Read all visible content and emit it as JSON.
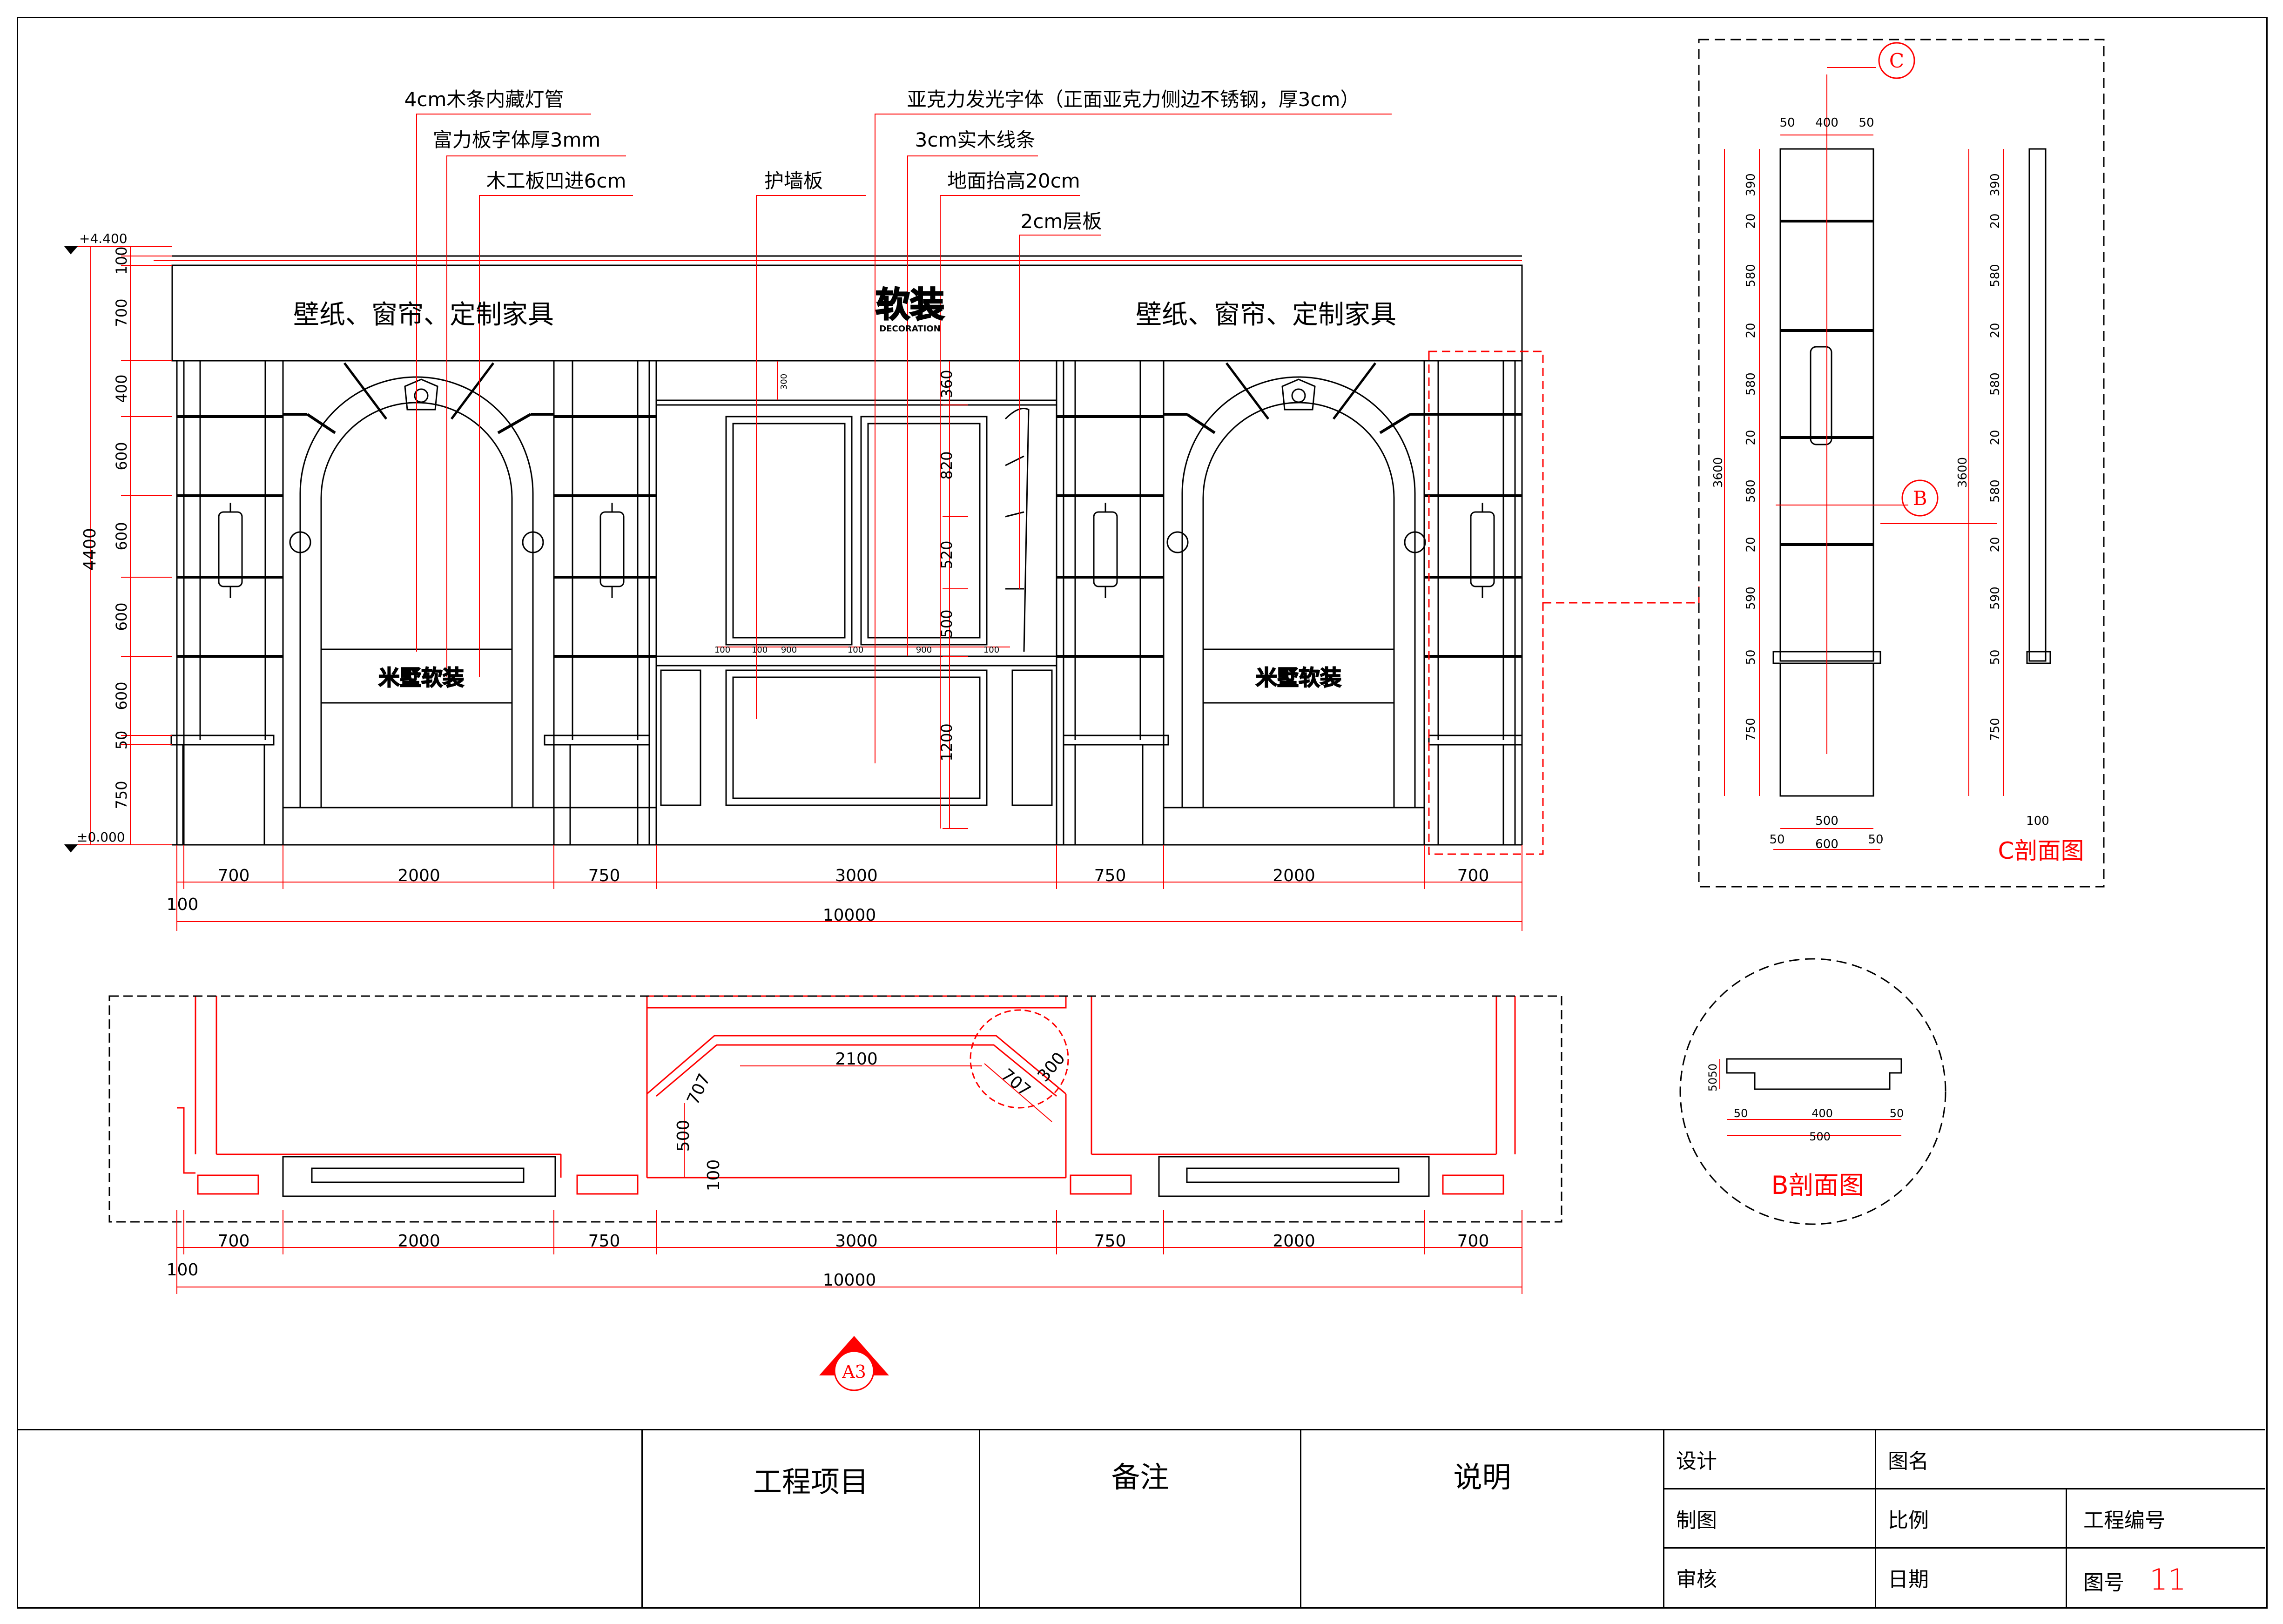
{
  "colors": {
    "line": "#000000",
    "dimension": "#ff0000",
    "background": "#ffffff"
  },
  "elevation": {
    "annotations": [
      "4cm木条内藏灯管",
      "富力板字体厚3mm",
      "木工板凹进6cm",
      "护墙板",
      "亚克力发光字体（正面亚克力侧边不锈钢，厚3cm）",
      "3cm实木线条",
      "地面抬高20cm",
      "2cm层板"
    ],
    "header_left": "壁纸、窗帘、定制家具",
    "header_right": "壁纸、窗帘、定制家具",
    "logo_main": "软装",
    "logo_sub": "DECORATION",
    "arch_sign_left": "米墅软装",
    "arch_sign_right": "米墅软装",
    "level_top": "+4.400",
    "level_bottom": "±0.000",
    "left_dims": [
      "100",
      "700",
      "400",
      "600",
      "600",
      "600",
      "600",
      "50",
      "750"
    ],
    "total_height": "4400",
    "panel_dims": [
      "360",
      "820",
      "520",
      "500",
      "1200"
    ],
    "panel_widths": [
      "100",
      "100",
      "900",
      "100",
      "900",
      "100"
    ],
    "top_gap": "300",
    "bottom_dims": [
      "700",
      "2000",
      "750",
      "3000",
      "750",
      "2000",
      "700"
    ],
    "bottom_offset": "100",
    "total_width": "10000"
  },
  "plan": {
    "dims": [
      "2100",
      "707",
      "707",
      "300",
      "500",
      "100"
    ],
    "bottom_dims": [
      "700",
      "2000",
      "750",
      "3000",
      "750",
      "2000",
      "700"
    ],
    "bottom_offset": "100",
    "total_width": "10000",
    "marker": "A3"
  },
  "section_c": {
    "marker_c": "C",
    "marker_b": "B",
    "top_dims": [
      "50",
      "400",
      "50"
    ],
    "left_dims": [
      "390",
      "20",
      "580",
      "20",
      "580",
      "20",
      "580",
      "20",
      "590",
      "50",
      "750"
    ],
    "total": "3600",
    "bottom_dims_1": [
      "500"
    ],
    "bottom_dims_2": [
      "50",
      "600",
      "50"
    ],
    "side_bottom": "100",
    "title": "C剖面图"
  },
  "section_b": {
    "side_dims": [
      "50",
      "50"
    ],
    "bottom_dims_1": [
      "50",
      "400",
      "50"
    ],
    "bottom_total": "500",
    "title": "B剖面图"
  },
  "title_block": {
    "project": "工程项目",
    "remark": "备注",
    "description": "说明",
    "design": "设计",
    "drawing_name": "图名",
    "draft": "制图",
    "scale": "比例",
    "project_no": "工程编号",
    "review": "审核",
    "date": "日期",
    "drawing_no_label": "图号",
    "drawing_no": "11"
  }
}
